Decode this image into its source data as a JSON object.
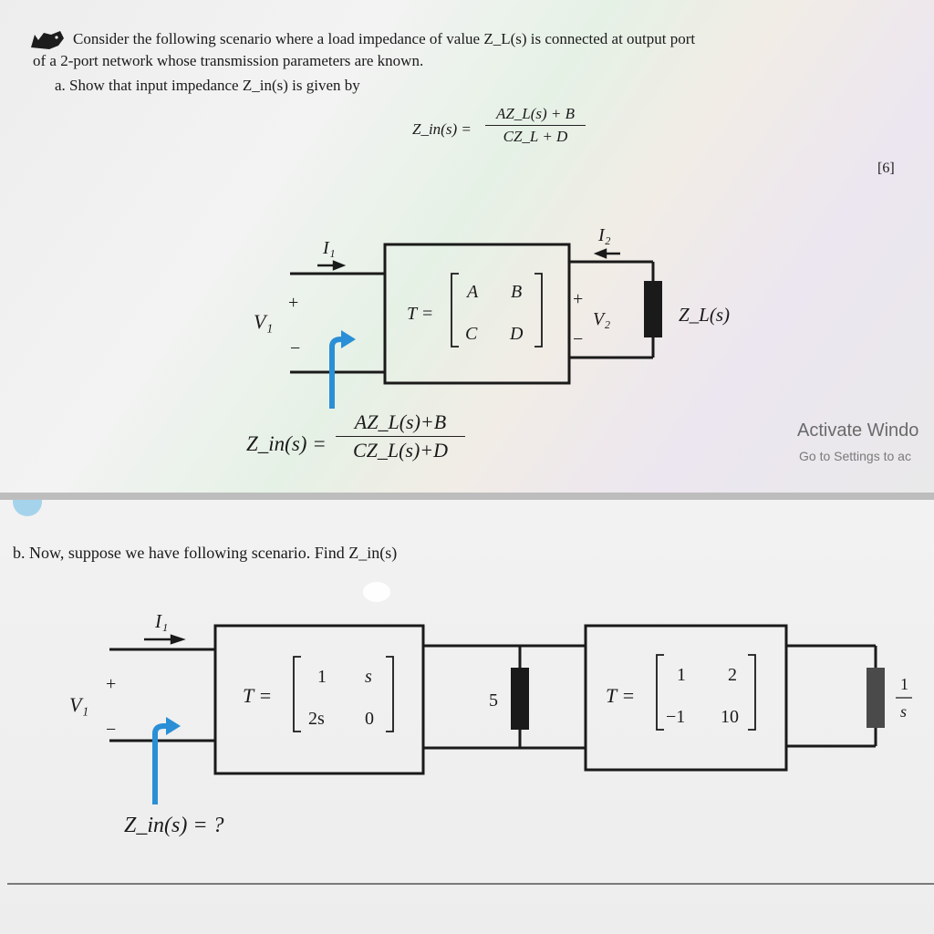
{
  "part_a": {
    "intro_line1": "Consider the following scenario where a load impedance of value Z_L(s) is connected at output port",
    "intro_line2": "of a 2-port network whose transmission parameters are known.",
    "question": "a.  Show that input impedance Z_in(s) is given by",
    "formula_lhs": "Z_in(s) =",
    "formula_num": "AZ_L(s) + B",
    "formula_den": "CZ_L + D",
    "marks": "[6]",
    "circuit": {
      "i1_label": "I₁",
      "i2_label": "I₂",
      "v1_label": "V₁",
      "v2_label": "V₂",
      "plus": "+",
      "minus": "−",
      "t_label": "T =",
      "m11": "A",
      "m12": "B",
      "m21": "C",
      "m22": "D",
      "load_label": "Z_L(s)",
      "result_lhs": "Z_in(s) =",
      "result_num": "AZ_L(s)+B",
      "result_den": "CZ_L(s)+D"
    },
    "watermark_line1": "Activate Windo",
    "watermark_line2": "Go to Settings to ac"
  },
  "part_b": {
    "question": "b.  Now, suppose we have following scenario. Find Z_in(s)",
    "circuit": {
      "i1_label": "I₁",
      "v1_label": "V₁",
      "plus": "+",
      "minus": "−",
      "t1_label": "T =",
      "t1_m11": "1",
      "t1_m12": "s",
      "t1_m21": "2s",
      "t1_m22": "0",
      "shunt_label": "5",
      "t2_label": "T =",
      "t2_m11": "1",
      "t2_m12": "2",
      "t2_m21": "−1",
      "t2_m22": "10",
      "load_num": "1",
      "load_den": "s",
      "result": "Z_in(s) = ?"
    }
  }
}
